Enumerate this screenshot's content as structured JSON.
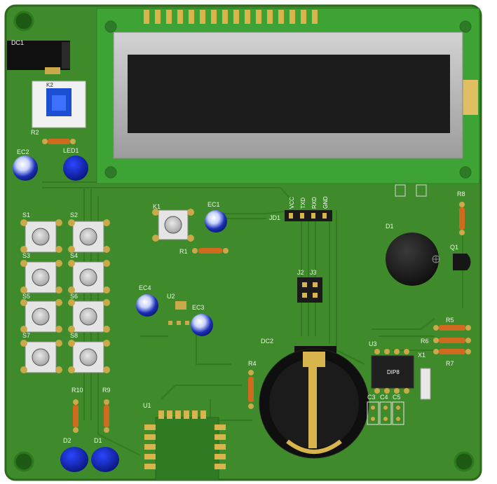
{
  "labels": {
    "dc1": "DC1",
    "k2": "K2",
    "r2": "R2",
    "ec2": "EC2",
    "led1": "LED1",
    "s1": "S1",
    "s2": "S2",
    "s3": "S3",
    "s4": "S4",
    "s5": "S5",
    "s6": "S6",
    "s7": "S7",
    "s8": "S8",
    "k1": "K1",
    "ec1": "EC1",
    "r1": "R1",
    "jd1": "JD1",
    "pin_vcc": "VCC",
    "pin_txd": "TXD",
    "pin_rxd": "RXD",
    "pin_gnd": "GND",
    "r8": "R8",
    "d1": "D1",
    "q1": "Q1",
    "j2": "J2",
    "j3": "J3",
    "ec4": "EC4",
    "u2": "U2",
    "ec3": "EC3",
    "dc2": "DC2",
    "r4": "R4",
    "u3": "U3",
    "dip8": "DIP8",
    "r5": "R5",
    "r6": "R6",
    "r7": "R7",
    "x1": "X1",
    "c3": "C3",
    "c4": "C4",
    "c5": "C5",
    "r10": "R10",
    "r9": "R9",
    "u1": "U1",
    "d2": "D2",
    "d1_led": "D1"
  },
  "colors": {
    "board": "#3f8a2a",
    "lcd_pcb": "#3ea335",
    "lcd_frame": "#b8b8b8",
    "lcd_screen": "#1c1c1c",
    "pad_gold": "#c9a94a",
    "led_blue": "#0c1f9a",
    "resistor": "#d06a1f"
  }
}
